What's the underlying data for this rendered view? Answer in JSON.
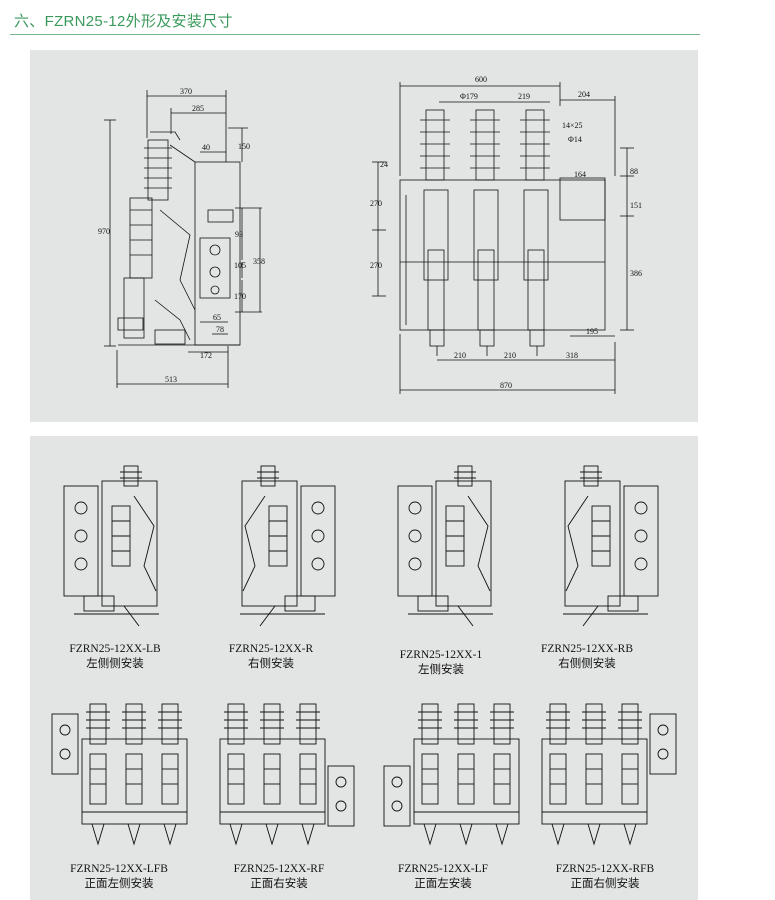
{
  "header": {
    "title": "六、FZRN25-12外形及安装尺寸"
  },
  "dims_side": {
    "w370": "370",
    "w285": "285",
    "w40": "40",
    "h150": "150",
    "h970": "970",
    "h93": "93",
    "h105": "105",
    "h358": "358",
    "h170": "170",
    "w65": "65",
    "w78": "78",
    "w172": "172",
    "w513": "513"
  },
  "dims_front": {
    "w600": "600",
    "phi179": "Φ179",
    "w219": "219",
    "w204": "204",
    "slot": "14×25",
    "phi14": "Φ14",
    "h88": "88",
    "w164": "164",
    "h151": "151",
    "h24": "24",
    "h270a": "270",
    "h270b": "270",
    "h386": "386",
    "w195": "195",
    "w210a": "210",
    "w210b": "210",
    "w318": "318",
    "w870": "870"
  },
  "captions": [
    {
      "model": "FZRN25-12XX-LB",
      "desc": "左侧侧安装"
    },
    {
      "model": "FZRN25-12XX-R",
      "desc": "右侧安装"
    },
    {
      "model": "FZRN25-12XX-1",
      "desc": "左侧安装"
    },
    {
      "model": "FZRN25-12XX-RB",
      "desc": "右侧侧安装"
    },
    {
      "model": "FZRN25-12XX-LFB",
      "desc": "正面左侧安装"
    },
    {
      "model": "FZRN25-12XX-RF",
      "desc": "正面右安装"
    },
    {
      "model": "FZRN25-12XX-LF",
      "desc": "正面左安装"
    },
    {
      "model": "FZRN25-12XX-RFB",
      "desc": "正面右侧安装"
    }
  ],
  "colors": {
    "title": "#3a9a5c",
    "panel": "#e3e5e4",
    "line": "#111111"
  }
}
